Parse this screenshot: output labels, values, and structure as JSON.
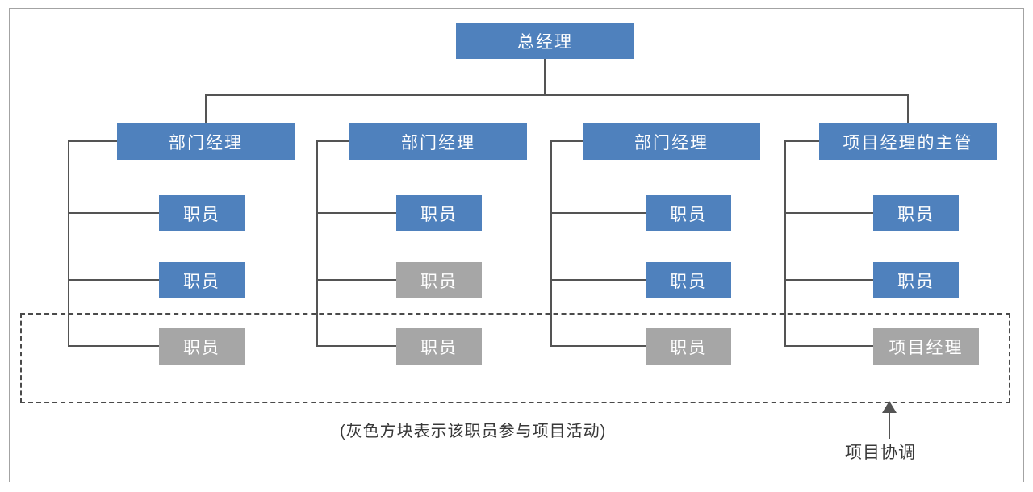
{
  "colors": {
    "node_blue": "#4f81bd",
    "node_gray": "#a6a6a6",
    "line": "#545454",
    "text": "#383838",
    "frame": "#a3a3a3",
    "node_text": "#ffffff"
  },
  "org": {
    "root": {
      "label": "总经理"
    },
    "columns": [
      {
        "manager": {
          "label": "部门经理"
        },
        "staff": [
          {
            "label": "职员",
            "participates_in_project": false
          },
          {
            "label": "职员",
            "participates_in_project": false
          },
          {
            "label": "职员",
            "participates_in_project": true
          }
        ]
      },
      {
        "manager": {
          "label": "部门经理"
        },
        "staff": [
          {
            "label": "职员",
            "participates_in_project": false
          },
          {
            "label": "职员",
            "participates_in_project": true
          },
          {
            "label": "职员",
            "participates_in_project": true
          }
        ]
      },
      {
        "manager": {
          "label": "部门经理"
        },
        "staff": [
          {
            "label": "职员",
            "participates_in_project": false
          },
          {
            "label": "职员",
            "participates_in_project": false
          },
          {
            "label": "职员",
            "participates_in_project": true
          }
        ]
      },
      {
        "manager": {
          "label": "项目经理的主管"
        },
        "staff": [
          {
            "label": "职员",
            "participates_in_project": false
          },
          {
            "label": "职员",
            "participates_in_project": false
          },
          {
            "label": "项目经理",
            "participates_in_project": true
          }
        ]
      }
    ]
  },
  "annotations": {
    "legend_note": "(灰色方块表示该职员参与项目活动)",
    "coordination_label": "项目协调"
  }
}
